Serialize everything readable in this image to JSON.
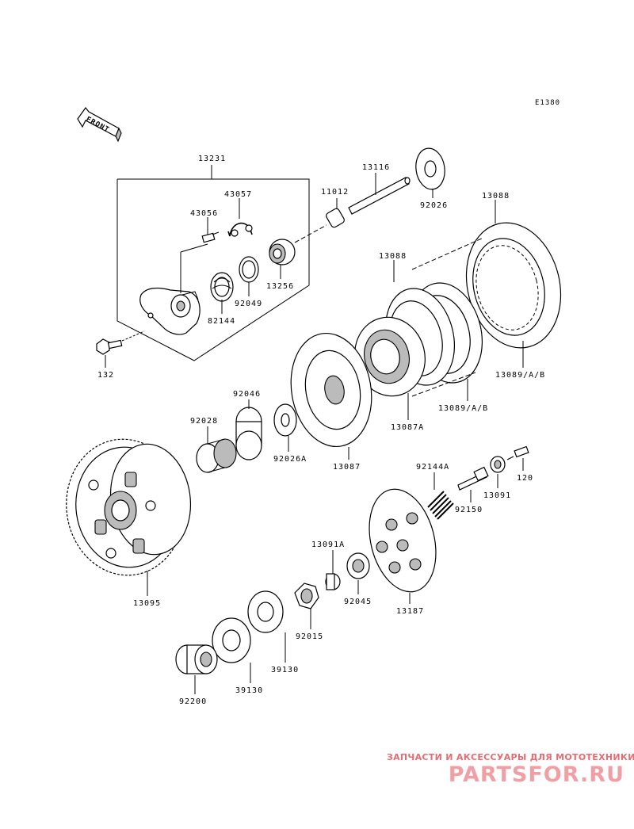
{
  "diagram": {
    "code": "E1380",
    "front_label": "FRONT",
    "parts": [
      {
        "id": "13231",
        "label": "13231"
      },
      {
        "id": "43057",
        "label": "43057"
      },
      {
        "id": "43056",
        "label": "43056"
      },
      {
        "id": "82144",
        "label": "82144"
      },
      {
        "id": "92049",
        "label": "92049"
      },
      {
        "id": "13256",
        "label": "13256"
      },
      {
        "id": "132",
        "label": "132"
      },
      {
        "id": "11012",
        "label": "11012"
      },
      {
        "id": "13116",
        "label": "13116"
      },
      {
        "id": "92026",
        "label": "92026"
      },
      {
        "id": "13088-upper",
        "label": "13088"
      },
      {
        "id": "13088-lower",
        "label": "13088"
      },
      {
        "id": "13089AB-right",
        "label": "13089/A/B"
      },
      {
        "id": "13089AB-lower",
        "label": "13089/A/B"
      },
      {
        "id": "13087A",
        "label": "13087A"
      },
      {
        "id": "92046",
        "label": "92046"
      },
      {
        "id": "92028",
        "label": "92028"
      },
      {
        "id": "92026A",
        "label": "92026A"
      },
      {
        "id": "13087",
        "label": "13087"
      },
      {
        "id": "92144A",
        "label": "92144A"
      },
      {
        "id": "92150",
        "label": "92150"
      },
      {
        "id": "13091",
        "label": "13091"
      },
      {
        "id": "120",
        "label": "120"
      },
      {
        "id": "13091A",
        "label": "13091A"
      },
      {
        "id": "92045",
        "label": "92045"
      },
      {
        "id": "13187",
        "label": "13187"
      },
      {
        "id": "13095",
        "label": "13095"
      },
      {
        "id": "92015",
        "label": "92015"
      },
      {
        "id": "39130-right",
        "label": "39130"
      },
      {
        "id": "39130-left",
        "label": "39130"
      },
      {
        "id": "92200",
        "label": "92200"
      }
    ]
  },
  "watermark": {
    "tagline": "ЗАПЧАСТИ И АКСЕССУАРЫ ДЛЯ МОТОТЕХНИКИ",
    "logo": "PARTSFOR.RU",
    "color": "#e56c72"
  }
}
